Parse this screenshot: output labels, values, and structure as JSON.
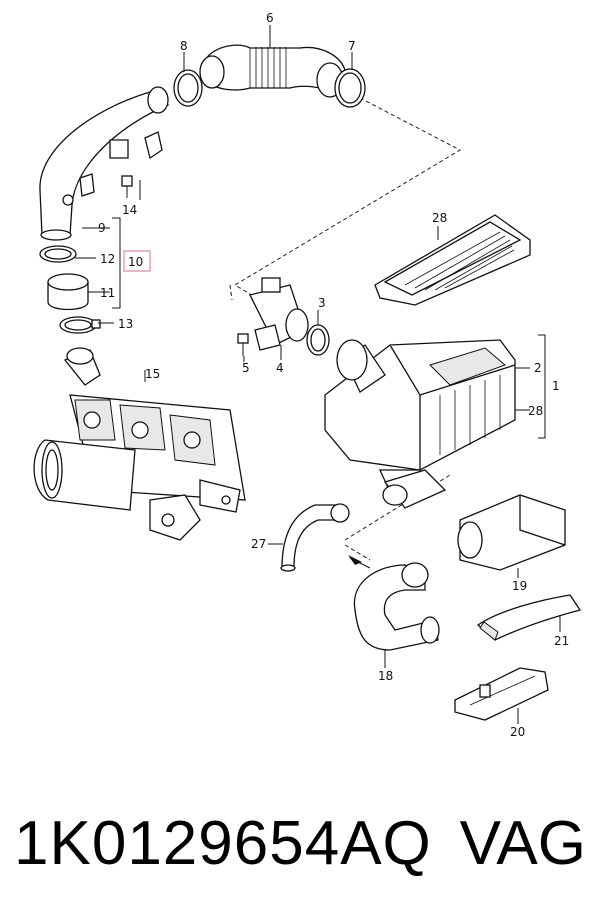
{
  "callouts": {
    "c1": "1",
    "c2": "2",
    "c3": "3",
    "c4": "4",
    "c5": "5",
    "c6": "6",
    "c7": "7",
    "c8": "8",
    "c9": "9",
    "c10": "10",
    "c11": "11",
    "c12": "12",
    "c13": "13",
    "c14": "14",
    "c15": "15",
    "c18": "18",
    "c19": "19",
    "c20": "20",
    "c21": "21",
    "c27": "27",
    "c28a": "28",
    "c28b": "28"
  },
  "highlight_color": "#e8a0a8",
  "footer": {
    "part_number": "1K0129654AQ",
    "brand": "VAG"
  }
}
